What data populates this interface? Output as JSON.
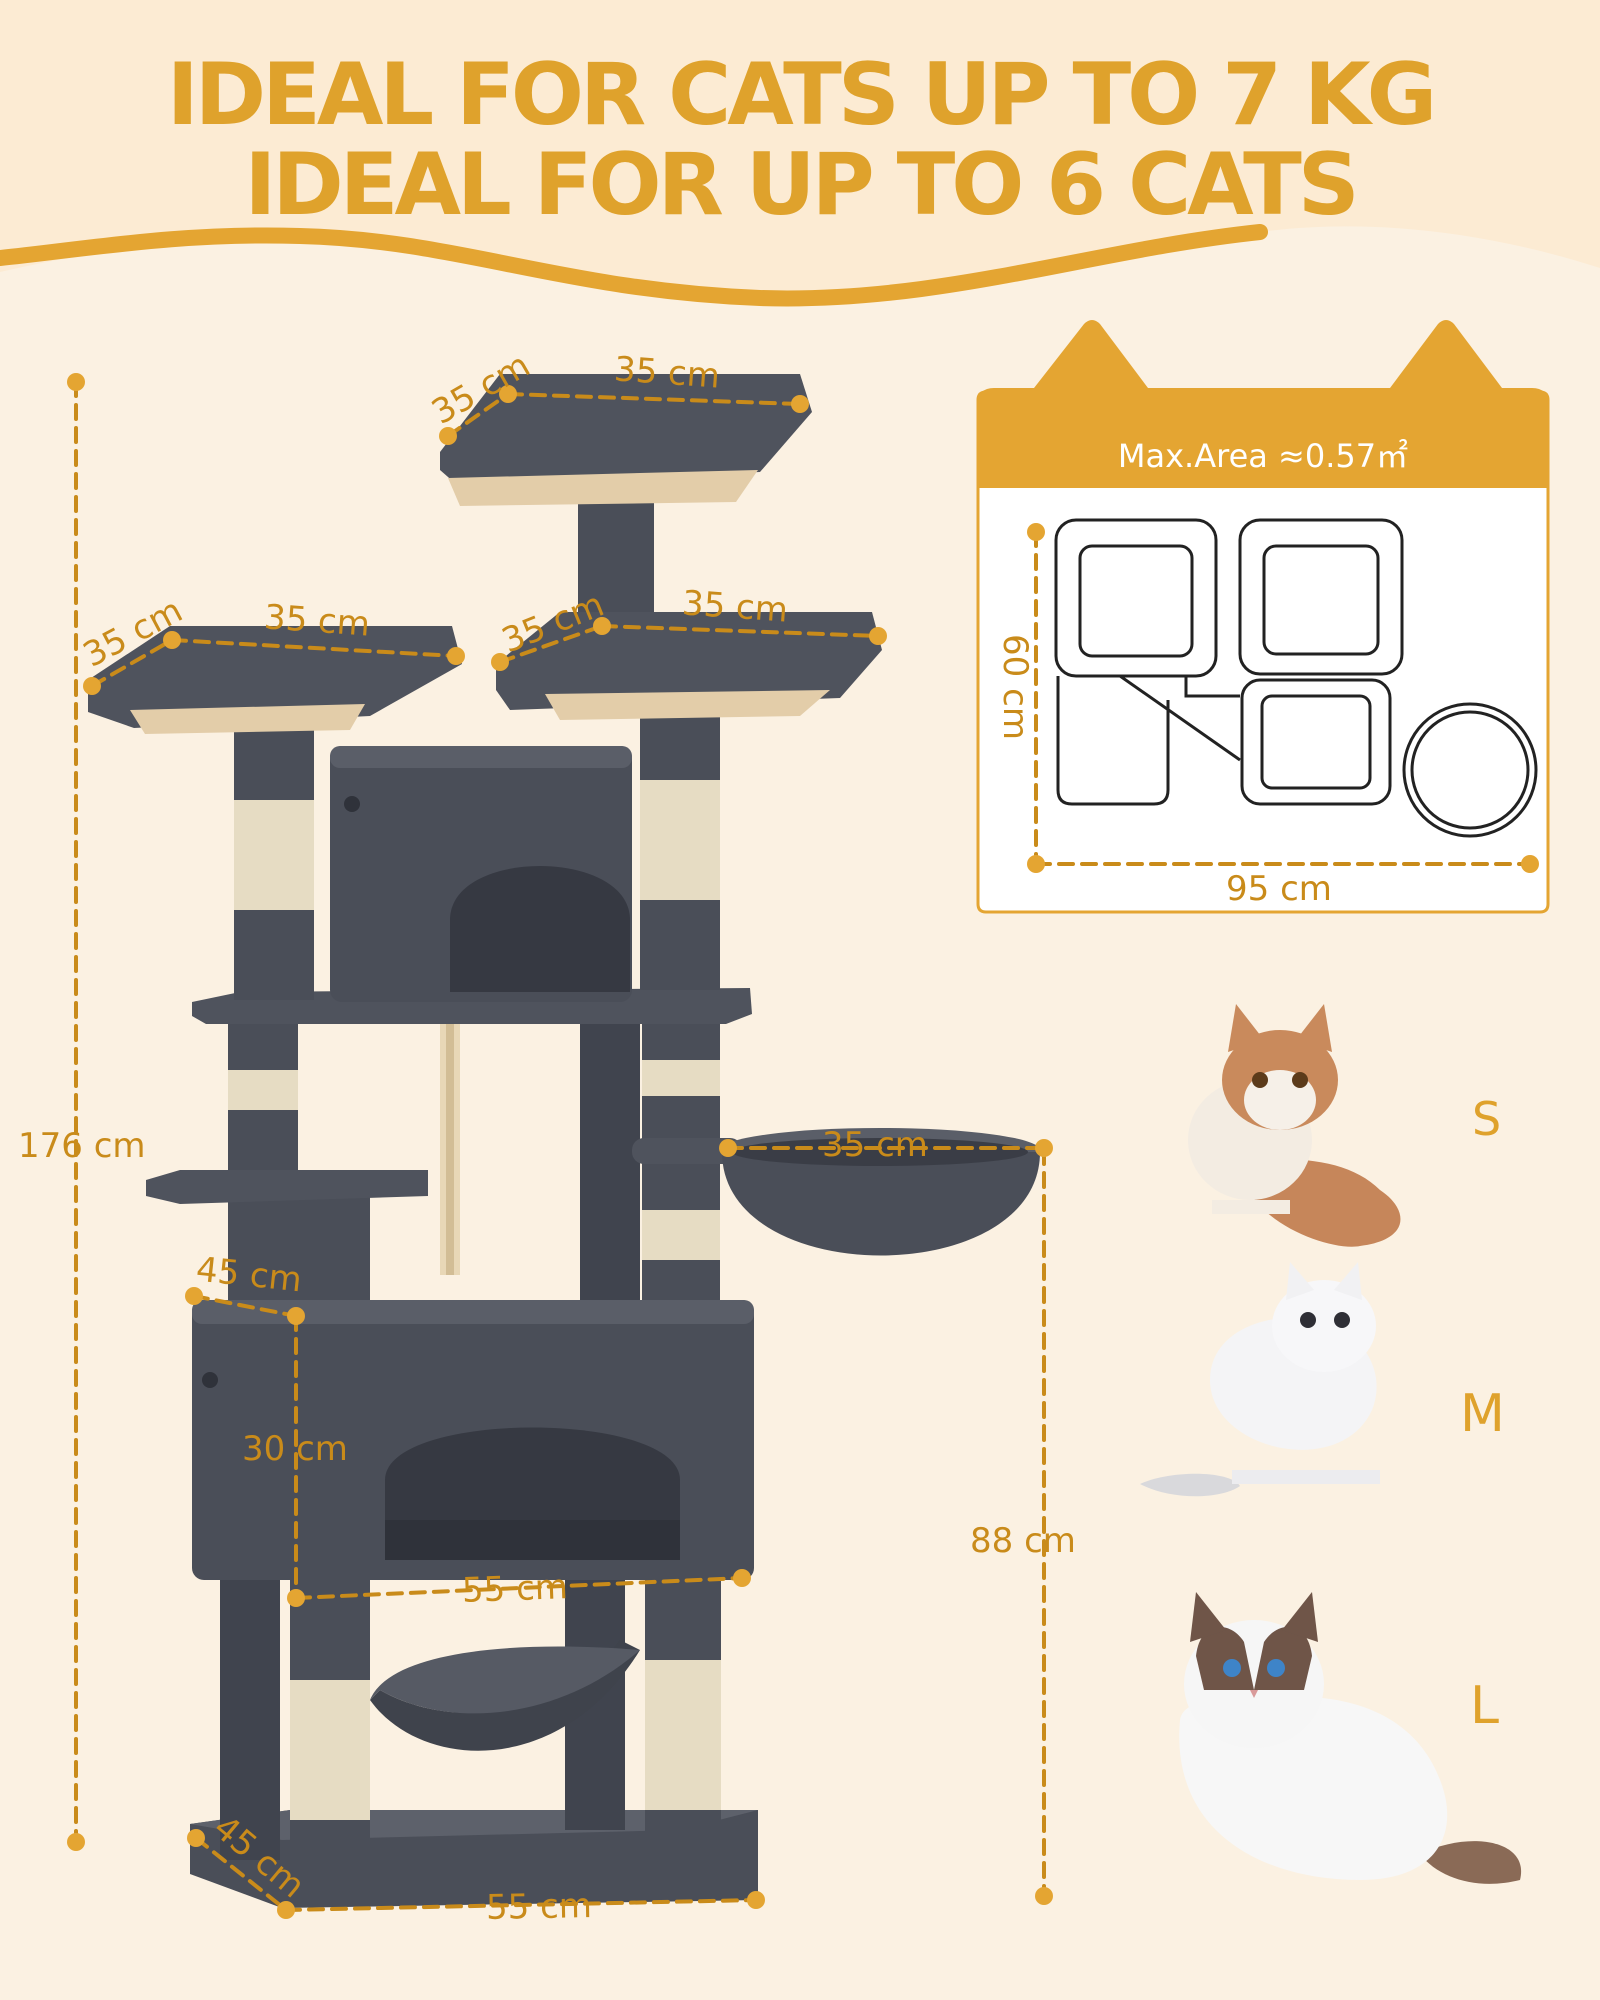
{
  "headline": {
    "line1": "IDEAL FOR CATS UP TO 7 KG",
    "line2": "IDEAL FOR UP TO 6 CATS"
  },
  "colors": {
    "accent": "#dfa22c",
    "background": "#fbf1e2",
    "header_band": "#fcebd3",
    "tree_plush": "#4a4e58",
    "sisal": "#e6dcc3"
  },
  "tree_dimensions": {
    "total_height": "176 cm",
    "top_platform_depth": "35 cm",
    "top_platform_width": "35 cm",
    "left_platform_depth": "35 cm",
    "left_platform_width": "35 cm",
    "right_platform_depth": "35 cm",
    "right_platform_width": "35 cm",
    "basket_diameter": "35 cm",
    "condo_depth": "45 cm",
    "condo_height": "30 cm",
    "condo_width": "55 cm",
    "basket_height": "88 cm",
    "base_depth": "45 cm",
    "base_width": "55 cm"
  },
  "area_panel": {
    "title": "Max.Area ≈0.57㎡",
    "depth": "60 cm",
    "width": "95 cm"
  },
  "cat_sizes": [
    {
      "label": "S"
    },
    {
      "label": "M"
    },
    {
      "label": "L"
    }
  ]
}
